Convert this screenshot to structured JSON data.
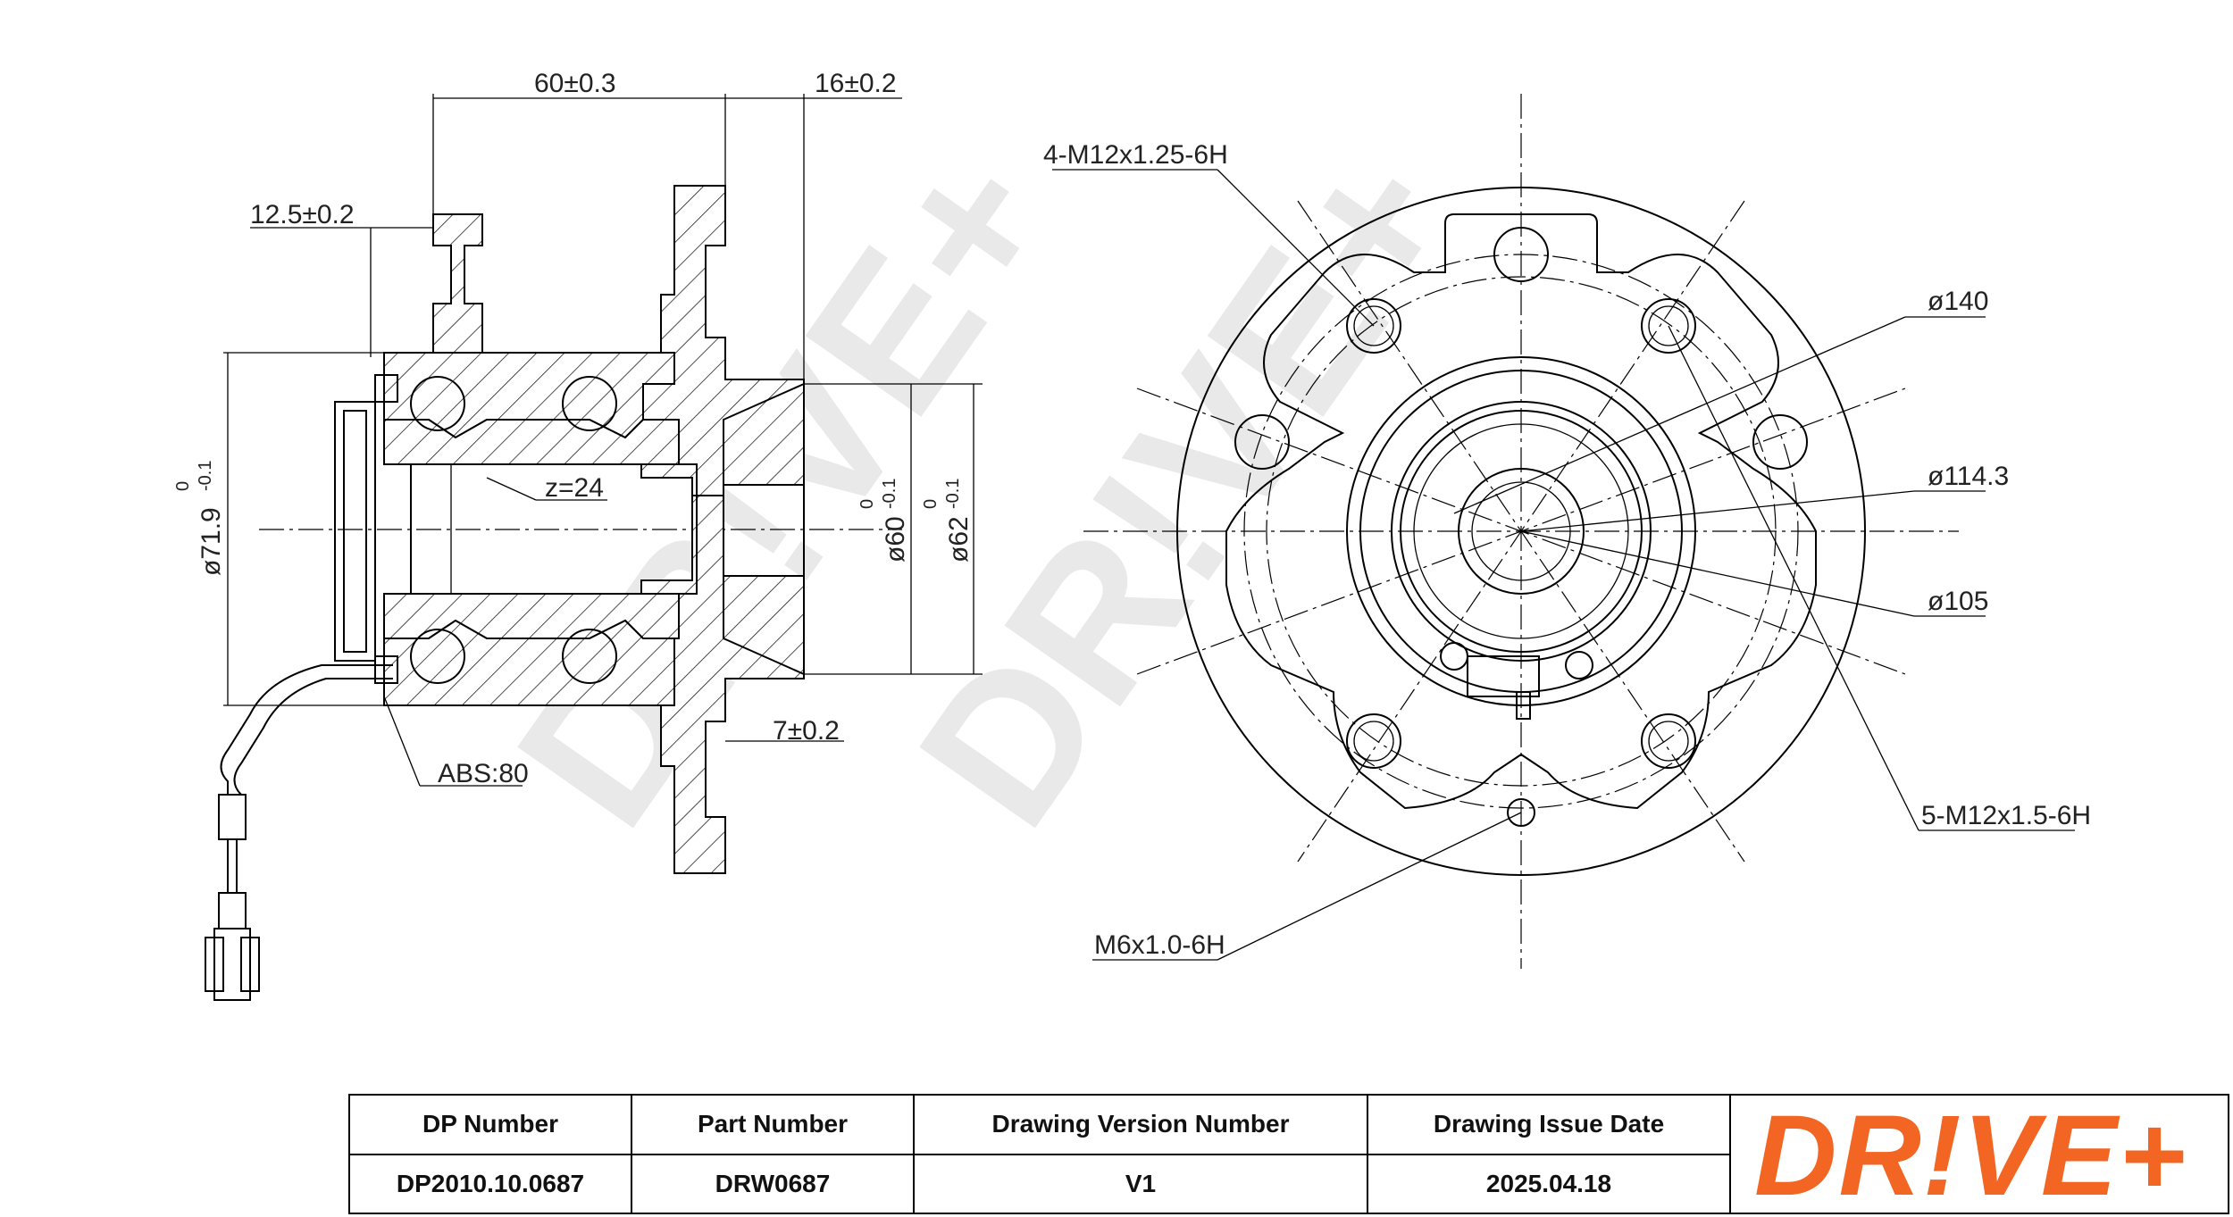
{
  "labels": {
    "dim_60": "60±0.3",
    "dim_16": "16±0.2",
    "dim_12_5": "12.5±0.2",
    "dim_7": "7±0.2",
    "dim_71_9": "ø71.9",
    "dim_71_9_tol_top": "0",
    "dim_71_9_tol_bot": "-0.1",
    "dim_60_bore": "ø60",
    "dim_60_bore_tol_top": "0",
    "dim_60_bore_tol_bot": "-0.1",
    "dim_62": "ø62",
    "dim_62_tol_top": "0",
    "dim_62_tol_bot": "-0.1",
    "spline": "z=24",
    "abs": "ABS:80",
    "thread_4": "4-M12x1.25-6H",
    "dia_140": "ø140",
    "dia_114_3": "ø114.3",
    "dia_105": "ø105",
    "thread_5": "5-M12x1.5-6H",
    "thread_m6": "M6x1.0-6H"
  },
  "watermark": "DR!VE+",
  "title_block": {
    "columns": [
      {
        "header": "DP Number",
        "value": "DP2010.10.0687"
      },
      {
        "header": "Part Number",
        "value": "DRW0687"
      },
      {
        "header": "Drawing Version Number",
        "value": "V1"
      },
      {
        "header": "Drawing Issue Date",
        "value": "2025.04.18"
      }
    ],
    "logo": "DR!VE+",
    "logo_color": "#f26522"
  }
}
